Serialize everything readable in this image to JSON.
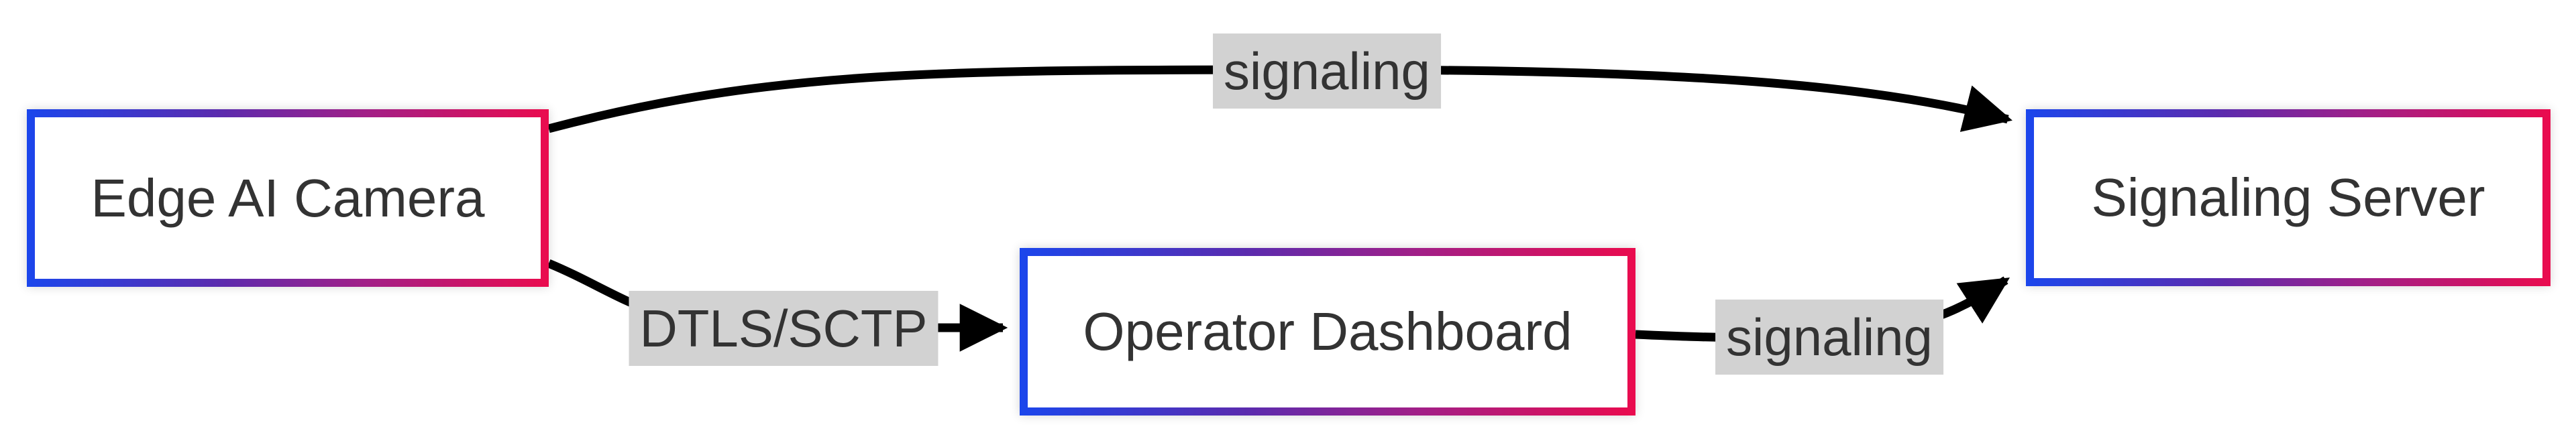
{
  "diagram": {
    "type": "flowchart",
    "nodes": [
      {
        "id": "edge-ai-camera",
        "label": "Edge AI Camera"
      },
      {
        "id": "operator-dashboard",
        "label": "Operator Dashboard"
      },
      {
        "id": "signaling-server",
        "label": "Signaling Server"
      }
    ],
    "edges": [
      {
        "from": "edge-ai-camera",
        "to": "signaling-server",
        "label": "signaling"
      },
      {
        "from": "edge-ai-camera",
        "to": "operator-dashboard",
        "label": "DTLS/SCTP"
      },
      {
        "from": "operator-dashboard",
        "to": "signaling-server",
        "label": "signaling"
      }
    ],
    "colors": {
      "node_border_gradient": [
        "#1b46ec",
        "#5b2bae",
        "#a21f87",
        "#ea0b4e"
      ],
      "node_fill": "#ffffff",
      "text": "#333333",
      "edge_line": "#000000",
      "edge_label_bg": "#d2d2d2",
      "background": "#ffffff"
    }
  }
}
